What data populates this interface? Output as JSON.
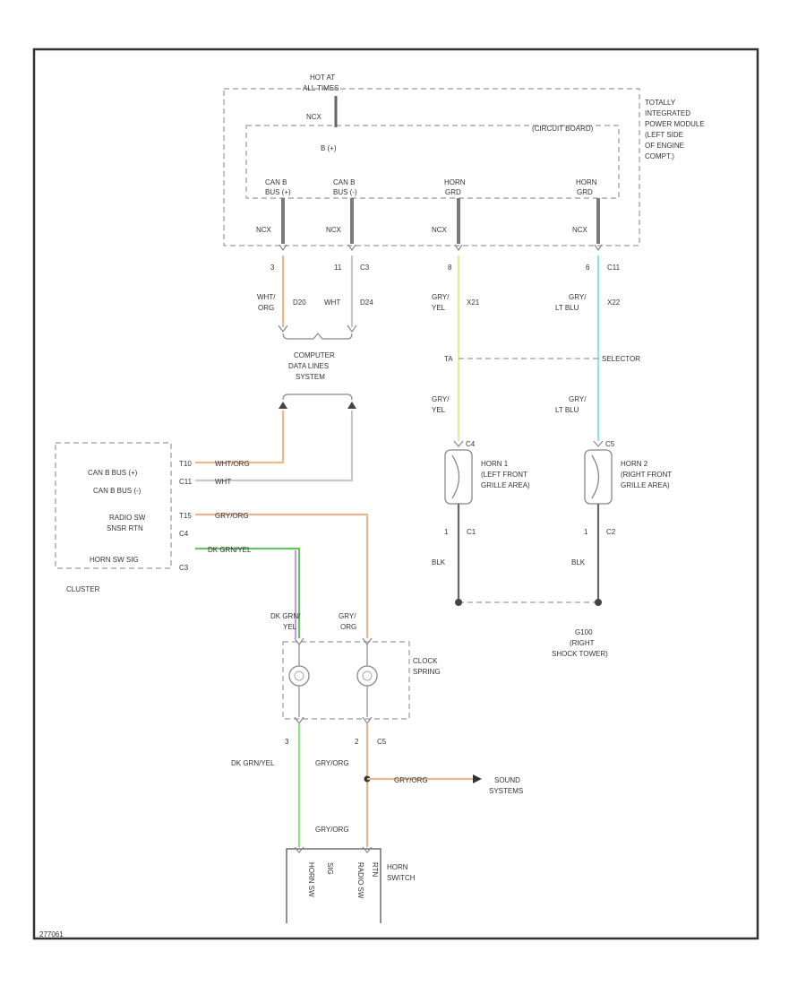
{
  "labels": {
    "hot_at": "HOT AT",
    "hot_at_2": "ALL TIMES",
    "ncx": "NCX",
    "b_plus": "B (+)",
    "tipm_1": "TOTALLY",
    "tipm_2": "INTEGRATED",
    "tipm_3": "POWER MODULE",
    "tipm_4": "(LEFT SIDE",
    "tipm_5": "OF ENGINE",
    "tipm_6": "COMPT.)",
    "circuit_board": "(CIRCUIT BOARD)",
    "can_b_a": "CAN B",
    "can_b_bus_plus": "BUS (+)",
    "can_b_b": "CAN B",
    "can_b_bus_minus": "BUS (-)",
    "horn_a": "HORN",
    "horn_a_2": "GRD",
    "horn_b": "HORN",
    "horn_b_2": "GRD",
    "pin_3": "3",
    "pin_11": "11",
    "c3": "C3",
    "pin_8": "8",
    "pin_6": "6",
    "c11": "C11",
    "wht_org": "WHT/",
    "org": "ORG",
    "wht": "WHT",
    "d20": "D20",
    "d24": "D24",
    "gry1": "GRY/",
    "yel1": "YEL",
    "x21": "X21",
    "gry2": "GRY/",
    "lt_blu1": "LT BLU",
    "x22": "X22",
    "cdl_1": "COMPUTER",
    "cdl_2": "DATA LINES",
    "cdl_3": "SYSTEM",
    "ta": "TA",
    "selector": "SELECTOR",
    "gry3": "GRY/",
    "yel2": "YEL",
    "gry4": "GRY/",
    "lt_blu2": "LT BLU",
    "c4a": "C4",
    "c5a": "C5",
    "horn1_1": "HORN 1",
    "horn1_2": "(LEFT FRONT",
    "horn1_3": "GRILLE AREA)",
    "horn2_1": "HORN 2",
    "horn2_2": "(RIGHT FRONT",
    "horn2_3": "GRILLE AREA)",
    "can_b_bus_plus_cl": "CAN B BUS (+)",
    "can_b_bus_minus_cl": "CAN B BUS (-)",
    "radio_sw_1": "RADIO SW",
    "radio_sw_2": "SNSR RTN",
    "horn_sw_sig": "HORN SW SIG",
    "t10": "T10",
    "c11b": "C11",
    "t15": "T15",
    "c4": "C4",
    "c3b": "C3",
    "wht_org_h": "WHT/ORG",
    "wht_h": "WHT",
    "gry_org_h": "GRY/ORG",
    "dk_grn_h": "DK GRN/YEL",
    "cluster": "CLUSTER",
    "pin_1a": "1",
    "c1": "C1",
    "pin_1b": "1",
    "c2": "C2",
    "blk1": "BLK",
    "blk2": "BLK",
    "g100_1": "G100",
    "g100_2": "(RIGHT",
    "g100_3": "SHOCK TOWER)",
    "dk_grn": "DK GRN/",
    "vv": "YEL",
    "gry5": "GRY/",
    "org2": "ORG",
    "clock_1": "CLOCK",
    "clock_2": "SPRING",
    "pin_3b": "3",
    "pin_2b": "2",
    "c5": "C5",
    "dk_grn_yel_b": "DK GRN/YEL",
    "gry_org_b": "GRY/ORG",
    "gry_org_c": "GRY/ORG",
    "sound_1": "SOUND",
    "sound_2": "SYSTEMS",
    "gry_org_d": "GRY/ORG",
    "horn_sw_v": "HORN SW",
    "sig_v": "SIG",
    "radio_sw_v": "RADIO SW",
    "rtn_v": "RTN",
    "horn_switch_1": "HORN",
    "horn_switch_2": "SWITCH",
    "figure_code": "277061"
  },
  "colors": {
    "wht_org": "#f0b88a",
    "wht": "#c8c8c8",
    "gry_yel": "#e3ee9a",
    "gry_lt_blu": "#8ee6de",
    "gry_org": "#e8b890",
    "dk_grn_yel": "#6dbf68",
    "violet": "#b9a3d6",
    "green_light": "#8fe08a",
    "blk": "#666666"
  }
}
